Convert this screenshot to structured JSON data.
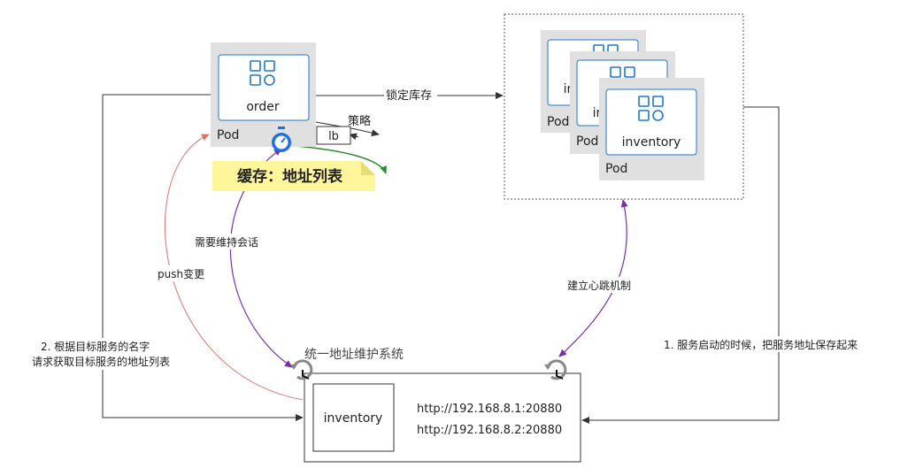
{
  "order_pod": {
    "service": "order",
    "pod_label": "Pod"
  },
  "inventory_pods": {
    "back_service": "inventory",
    "back_pod_label": "Pod",
    "mid_service": "inventory",
    "mid_pod_label": "Pod",
    "front_service": "inventory",
    "front_pod_label": "Pod"
  },
  "labels": {
    "lock_stock": "锁定库存",
    "strategy": "策略",
    "lb": "lb",
    "cache": "缓存：地址列表",
    "keep_session": "需要维持会话",
    "push_change": "push变更",
    "heartbeat": "建立心跳机制",
    "request_line1": "2. 根据目标服务的名字",
    "request_line2": "请求获取目标服务的地址列表",
    "register": "1. 服务启动的时候，把服务地址保存起来"
  },
  "registry": {
    "title": "统一地址维护系统",
    "service_name": "inventory",
    "addresses": [
      "http://192.168.8.1:20880",
      "http://192.168.8.2:20880"
    ]
  },
  "colors": {
    "pod_gray": "#e0e0e0",
    "service_border": "#1f78c8",
    "arrow_red": "#e07070",
    "arrow_purple": "#7a2fa8",
    "arrow_green": "#2e8b2e",
    "note_yellow": "#fff59a",
    "timer_blue": "#1e6fe8"
  }
}
